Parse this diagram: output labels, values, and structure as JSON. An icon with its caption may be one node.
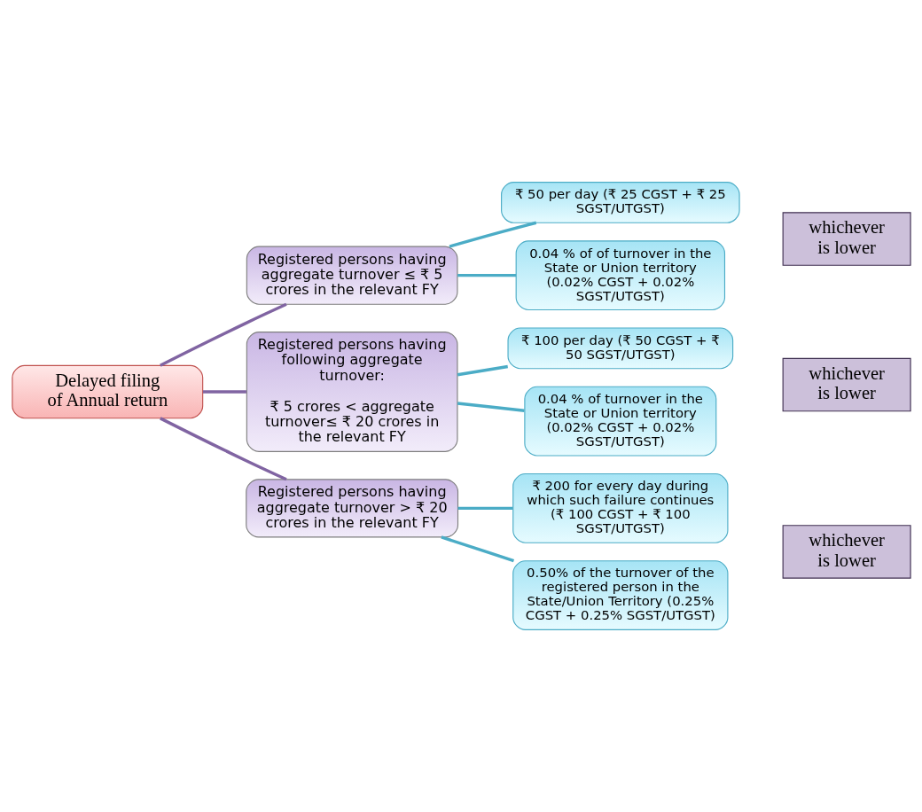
{
  "diagram": {
    "nodes": [
      {
        "text": [
          "Delayed filing of Annual return"
        ]
      },
      {
        "text": [
          "Registered persons having aggregate turnover ≤ ₹ 5 crores in the relevant FY"
        ]
      },
      {
        "text": [
          "₹ 50 per day (₹ 25 CGST + ₹ 25 SGST/UTGST)"
        ]
      },
      {
        "text": [
          "0.04 % of of turnover in the State or Union territory (0.02% CGST + 0.02% SGST/UTGST)"
        ]
      },
      {
        "text": [
          "whichever is lower"
        ]
      },
      {
        "text": [
          "Registered persons having following aggregate turnover:",
          "₹ 5 crores < aggregate turnover≤ ₹ 20 crores in the relevant FY"
        ]
      },
      {
        "text": [
          "₹ 100 per day (₹ 50 CGST + ₹ 50 SGST/UTGST)"
        ]
      },
      {
        "text": [
          "0.04 % of turnover in the State or Union territory (0.02% CGST + 0.02% SGST/UTGST)"
        ]
      },
      {
        "text": [
          "whichever is lower"
        ]
      },
      {
        "text": [
          "Registered persons having aggregate turnover > ₹ 20 crores in the relevant FY"
        ]
      },
      {
        "text": [
          "₹ 200 for every day during which such failure continues (₹ 100 CGST + ₹ 100 SGST/UTGST)"
        ]
      },
      {
        "text": [
          "0.50% of the turnover of the registered person in the State/Union Territory (0.25% CGST + 0.25% SGST/UTGST)"
        ]
      },
      {
        "text": [
          "whichever is lower"
        ]
      }
    ],
    "edges": [
      {
        "from": 0,
        "to": 1,
        "arrow": "none",
        "color": "#8064a2"
      },
      {
        "from": 0,
        "to": 5,
        "arrow": "none",
        "color": "#8064a2"
      },
      {
        "from": 0,
        "to": 9,
        "arrow": "none",
        "color": "#8064a2"
      },
      {
        "from": 1,
        "to": 2,
        "arrow": "none"
      },
      {
        "from": 1,
        "to": 3,
        "arrow": "none"
      },
      {
        "from": 5,
        "to": 6,
        "arrow": "none"
      },
      {
        "from": 5,
        "to": 7,
        "arrow": "none"
      },
      {
        "from": 9,
        "to": 10,
        "arrow": "none"
      },
      {
        "from": 9,
        "to": 11,
        "arrow": "none"
      }
    ]
  }
}
